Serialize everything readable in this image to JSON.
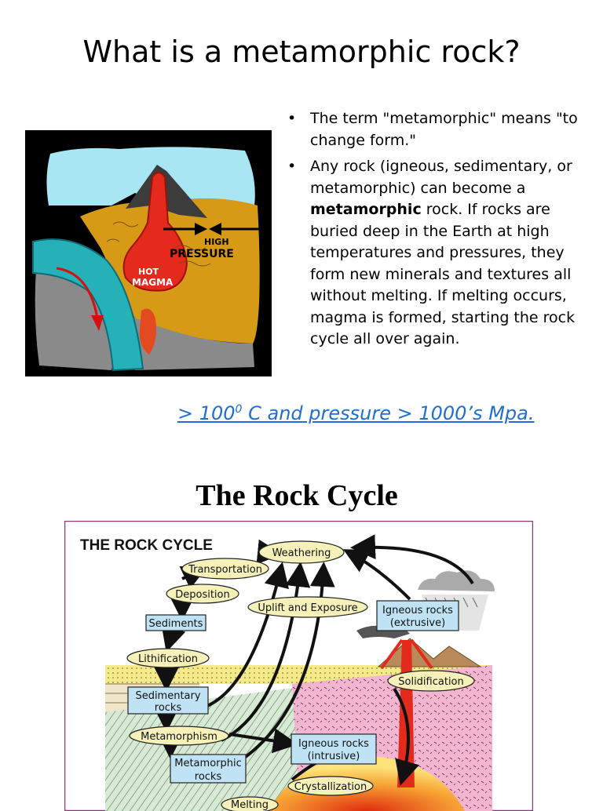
{
  "slide1": {
    "title": "What is a metamorphic rock?",
    "illustration": {
      "label_pressure_1": "HIGH",
      "label_pressure_2": "PRESSURE",
      "label_magma_1": "HOT",
      "label_magma_2": "MAGMA"
    },
    "bullets": [
      {
        "marker": "•",
        "text": "The term \"metamorphic\" means \"to change form.\""
      },
      {
        "marker": "•",
        "pre": "Any rock (igneous, sedimentary, or metamorphic) can become a ",
        "bold": "metamorphic",
        "post": " rock. If rocks are buried deep in the Earth at high temperatures and pressures, they form new minerals and textures all without melting. If melting occurs, magma is formed, starting the rock cycle all over again."
      }
    ],
    "note": {
      "pre": "> 100",
      "sup": "0",
      "post": " C and pressure > 1000’s Mpa."
    }
  },
  "slide2": {
    "title": "The Rock Cycle",
    "diagram": {
      "heading": "THE ROCK CYCLE",
      "labels": {
        "weathering": "Weathering",
        "transportation": "Transportation",
        "deposition": "Deposition",
        "uplift": "Uplift and Exposure",
        "sediments": "Sediments",
        "igneous_ext_1": "Igneous rocks",
        "igneous_ext_2": "(extrusive)",
        "lithification": "Lithification",
        "solidification": "Solidification",
        "sedimentary_1": "Sedimentary",
        "sedimentary_2": "rocks",
        "metamorphism": "Metamorphism",
        "igneous_int_1": "Igneous rocks",
        "igneous_int_2": "(intrusive)",
        "metamorphic_1": "Metamorphic",
        "metamorphic_2": "rocks",
        "crystallization": "Crystallization",
        "melting": "Melting"
      },
      "colors": {
        "oval_fill": "#f6f1b8",
        "box_fill": "#bfe3f5",
        "frame": "#8a3a7a",
        "magma_red": "#e32a1c",
        "pink_rock": "#f3b5cf",
        "green_rock": "#cfe4cc"
      }
    }
  }
}
